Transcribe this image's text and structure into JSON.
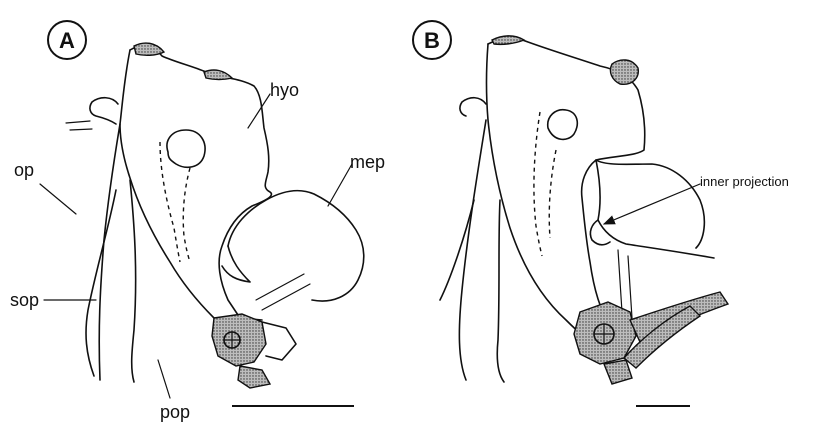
{
  "panels": [
    {
      "letter": "A",
      "labels": {
        "hyo": "hyo",
        "mep": "mep",
        "op": "op",
        "sop": "sop",
        "pop": "pop"
      }
    },
    {
      "letter": "B",
      "labels": {
        "inner_projection": "inner projection"
      }
    }
  ],
  "colors": {
    "ink": "#111111",
    "background": "#ffffff"
  }
}
